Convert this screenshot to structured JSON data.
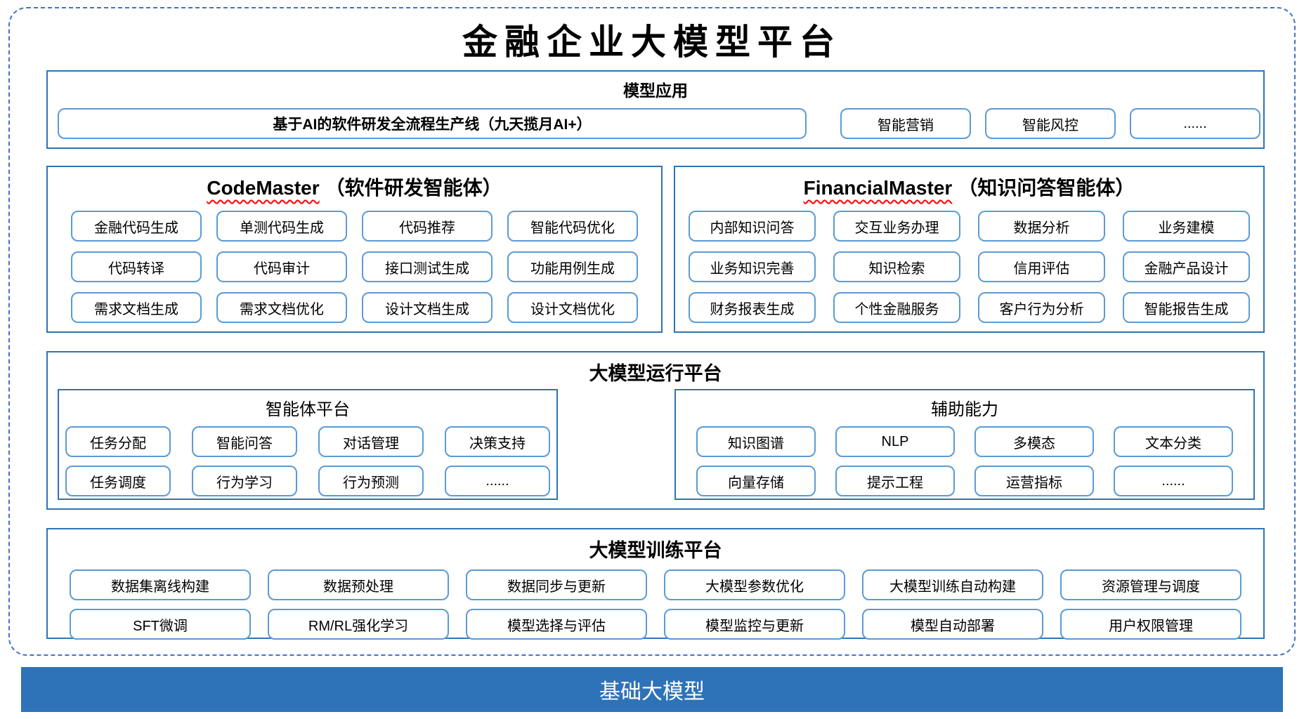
{
  "page_title": "金融企业大模型平台",
  "model_application": {
    "title": "模型应用",
    "pipeline": "基于AI的软件研发全流程生产线（九天揽月AI+）",
    "apps": [
      "智能营销",
      "智能风控",
      "......"
    ]
  },
  "code_master": {
    "name": "CodeMaster",
    "subtitle": "（软件研发智能体）",
    "capabilities": [
      "金融代码生成",
      "单测代码生成",
      "代码推荐",
      "智能代码优化",
      "代码转译",
      "代码审计",
      "接口测试生成",
      "功能用例生成",
      "需求文档生成",
      "需求文档优化",
      "设计文档生成",
      "设计文档优化"
    ]
  },
  "financial_master": {
    "name": "FinancialMaster",
    "subtitle": "（知识问答智能体）",
    "capabilities": [
      "内部知识问答",
      "交互业务办理",
      "数据分析",
      "业务建模",
      "业务知识完善",
      "知识检索",
      "信用评估",
      "金融产品设计",
      "财务报表生成",
      "个性金融服务",
      "客户行为分析",
      "智能报告生成"
    ]
  },
  "runtime_platform": {
    "title": "大模型运行平台",
    "agent_platform": {
      "title": "智能体平台",
      "capabilities": [
        "任务分配",
        "智能问答",
        "对话管理",
        "决策支持",
        "任务调度",
        "行为学习",
        "行为预测",
        "......"
      ]
    },
    "auxiliary": {
      "title": "辅助能力",
      "capabilities": [
        "知识图谱",
        "NLP",
        "多模态",
        "文本分类",
        "向量存储",
        "提示工程",
        "运营指标",
        "......"
      ]
    }
  },
  "training_platform": {
    "title": "大模型训练平台",
    "capabilities": [
      "数据集离线构建",
      "数据预处理",
      "数据同步与更新",
      "大模型参数优化",
      "大模型训练自动构建",
      "资源管理与调度",
      "SFT微调",
      "RM/RL强化学习",
      "模型选择与评估",
      "模型监控与更新",
      "模型自动部署",
      "用户权限管理"
    ]
  },
  "base_model_bar": {
    "title": "基础大模型"
  },
  "colors": {
    "chip_border": "#5B9BD5",
    "section_border": "#2E74B5",
    "dashed_border": "#4472C4",
    "bar_background": "#2E73B8",
    "squiggle": "#FF0000"
  }
}
